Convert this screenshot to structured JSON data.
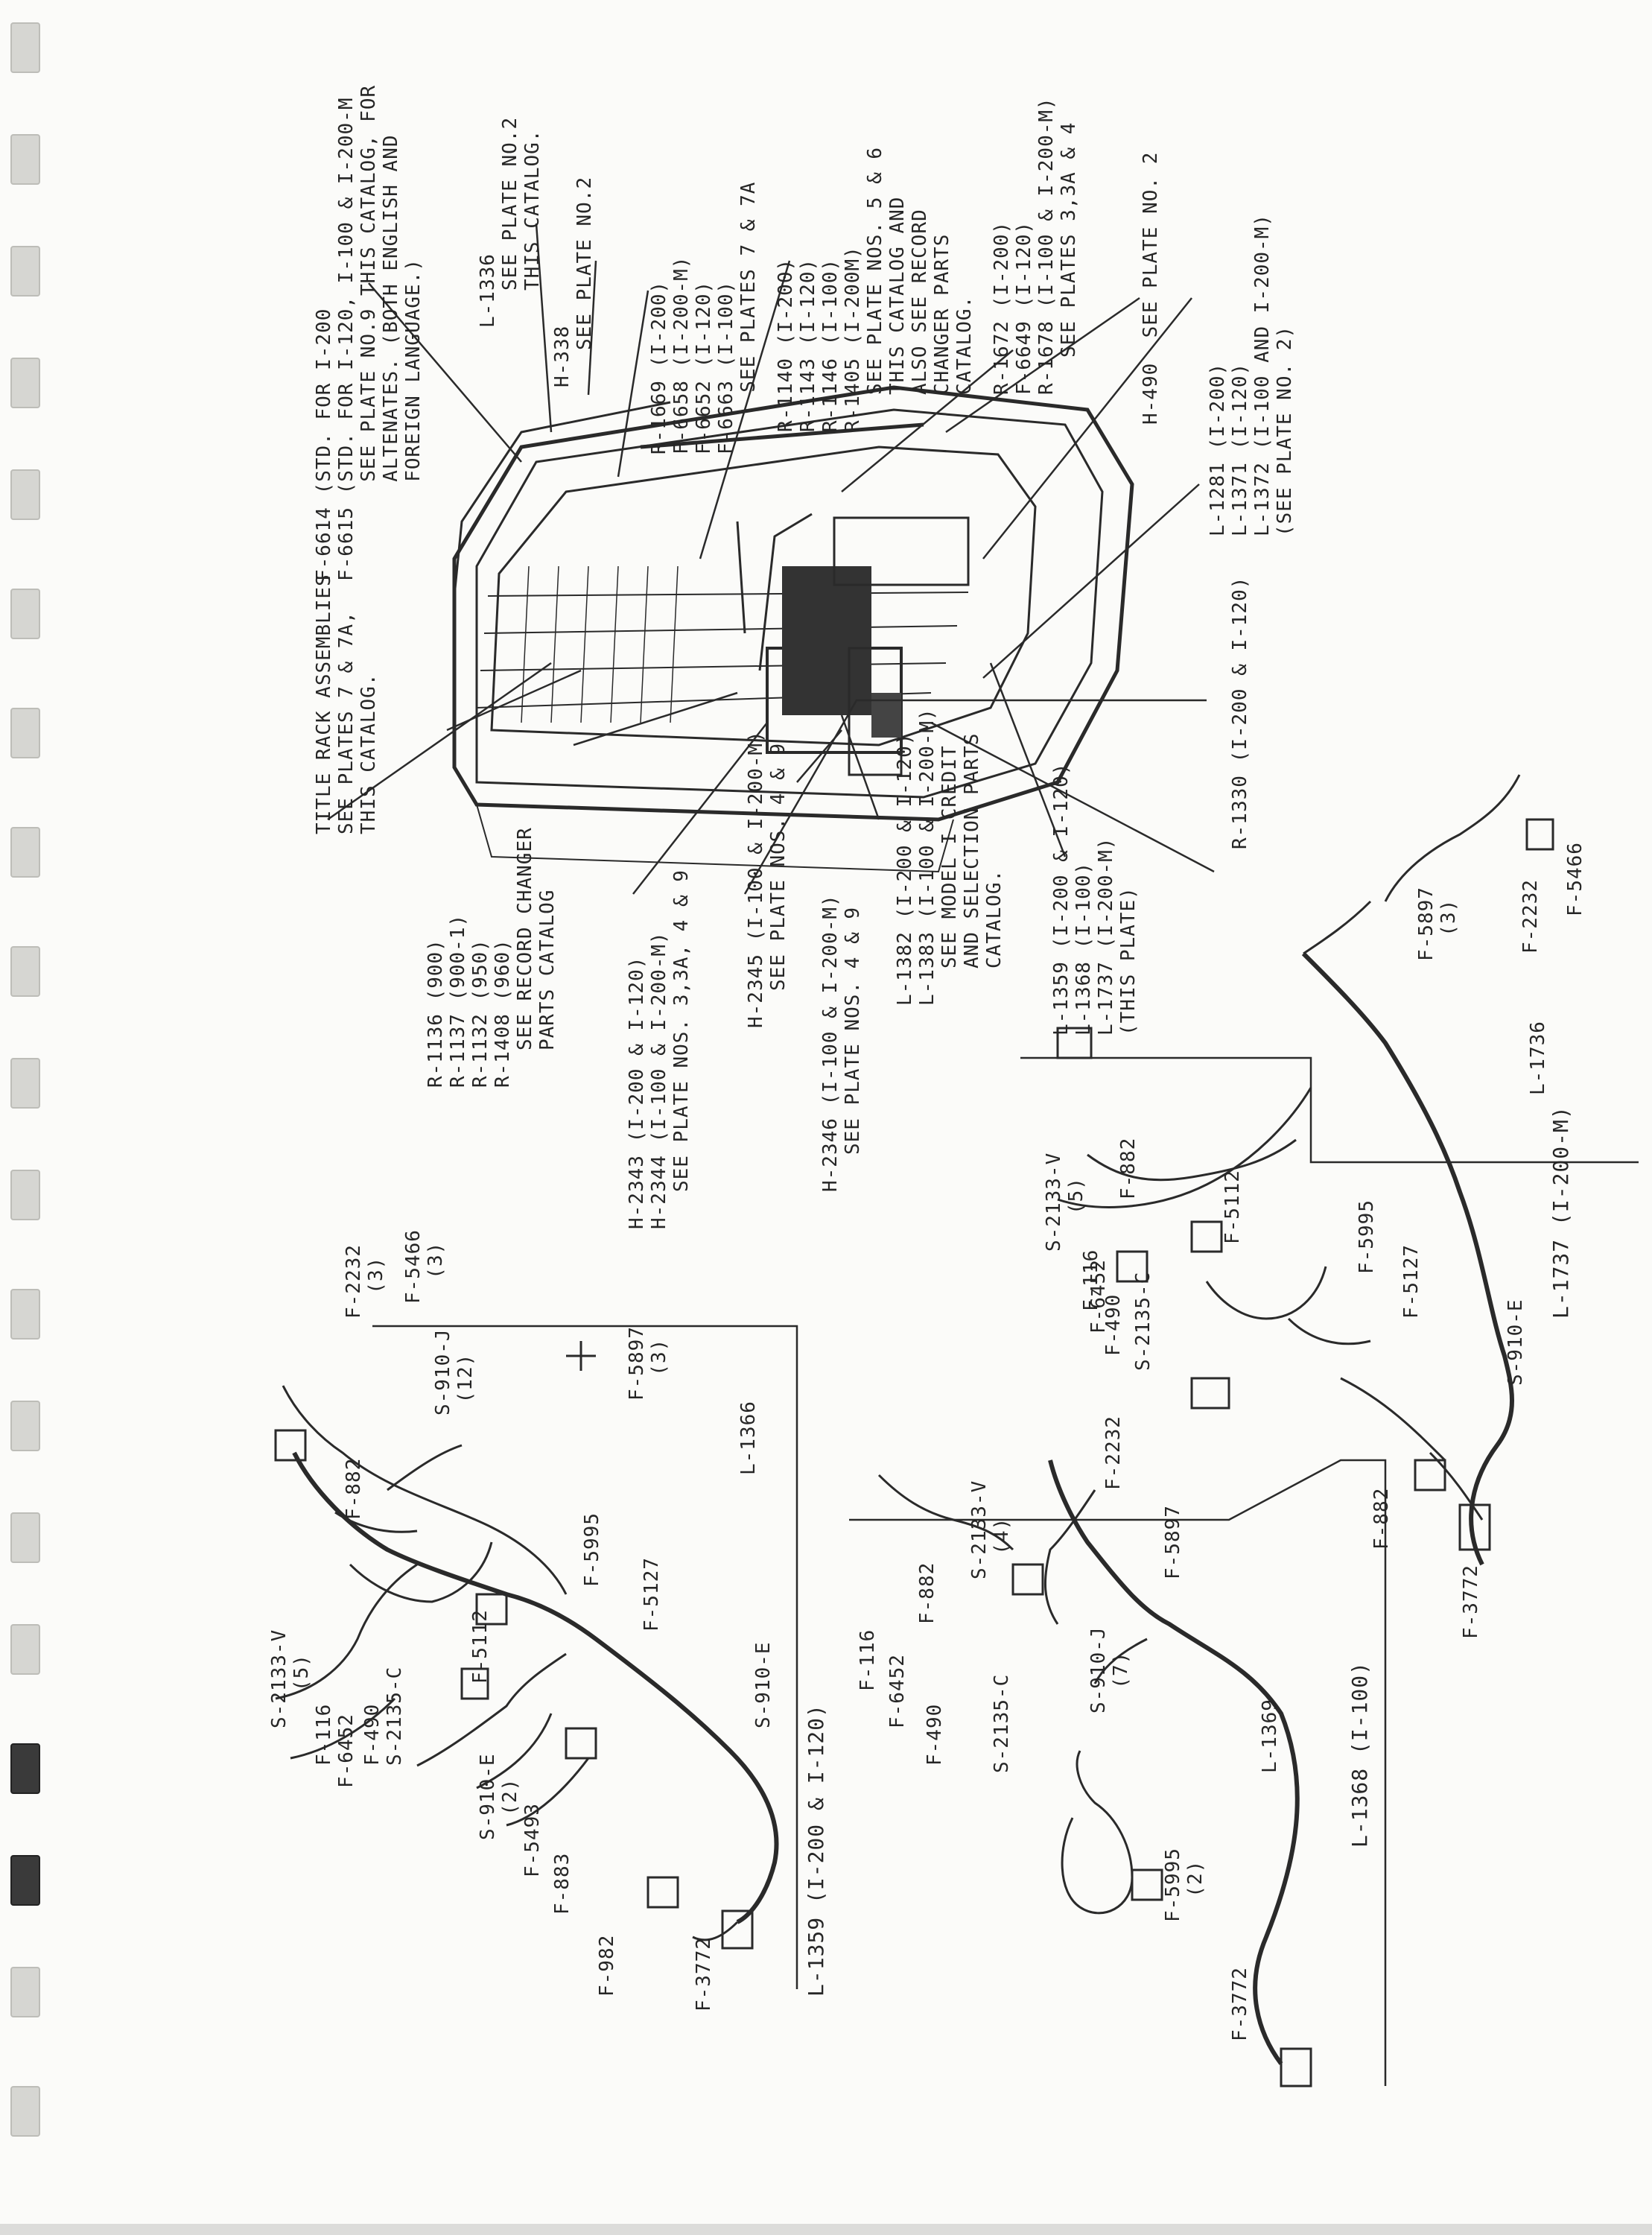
{
  "cabinet_callouts": {
    "f6614": "F-6614 (STD. FOR I-200\nF-6615 (STD. FOR I-120, I-100 & I-200-M\n        SEE PLATE NO.9 THIS CATALOG, FOR\n        ALTENATES. (BOTH ENGLISH AND\n        FOREIGN LANGUAGE.)",
    "l1336": "L-1336\n   SEE PLATE NO.2\n   THIS CATALOG.",
    "h338": "H-338\n   SEE PLATE NO.2",
    "r1669": "R-1669 (I-200)\nF-6658 (I-200-M)\nF-6652 (I-120)\nF-6663 (I-100)\n     SEE PLATES 7 & 7A",
    "r1140": "R-1140 (I-200)\nR-1143 (I-120)\nR-1146 (I-100)\nR-1405 (I-200M)\n   SEE PLATE NOS. 5 & 6\n   THIS CATALOG AND\n   ALSO SEE RECORD\n   CHANGER PARTS\n   CATALOG.",
    "r1672": "R-1672 (I-200)\nF-6649 (I-120)\nR-1678 (I-100 & I-200-M)\n   SEE PLATES 3,3A & 4",
    "h490": "H-490  SEE PLATE NO. 2",
    "l1281": "L-1281 (I-200)\nL-1371 (I-120)\nL-1372 (I-100 AND I-200-M)\n(SEE PLATE NO. 2)",
    "r1330": "R-1330 (I-200 & I-120)",
    "title_rack": "TITLE RACK ASSEMBLIES\nSEE PLATES 7 & 7A,\nTHIS CATALOG.",
    "r1136": "R-1136 (900)\nR-1137 (900-1)\nR-1132 (950)\nR-1408 (960)\n   SEE RECORD CHANGER\n   PARTS CATALOG",
    "h2343": "H-2343 (I-200 & I-120)\nH-2344 (I-100 & I-200-M)\n   SEE PLATE NOS. 3,3A, 4 & 9",
    "h2345": "H-2345 (I-100 & I-200-M)\n   SEE PLATE NOS. 4 & 9",
    "h2346": "H-2346 (I-100 & I-200-M)\n   SEE PLATE NOS. 4 & 9",
    "l1382": "L-1382 (I-200 & I-120)\nL-1383 (I-100 & I-200-M)\n   SEE MODEL I CREDIT\n   AND SELECTION PARTS\n   CATALOG.",
    "l1359": "L-1359 (I-200 & I-120)\nL-1368 (I-100)\nL-1737 (I-200-M)\n(THIS PLATE)"
  },
  "harness_a": {
    "title": "L-1359 (I-200 & I-120)",
    "f2232": "F-2232\n  (3)",
    "f5466": "F-5466\n  (3)",
    "s910j": "S-910-J\n (12)",
    "f5897": "F-5897\n  (3)",
    "l1366": "L-1366",
    "f882": "F-882",
    "s2133v": "S-2133-V\n   (5)",
    "f116": "F-116",
    "f6452": "F-6452",
    "f490": "F-490",
    "s2135c": "S-2135-C",
    "f5112": "F-5112",
    "f5995": "F-5995",
    "f5127": "F-5127",
    "s910e_main": "S-910-E",
    "s910e_2": "S-910-E\n  (2)",
    "f5493": "F-5493",
    "f883": "F-883",
    "f982": "F-982",
    "f3772": "F-3772"
  },
  "harness_b": {
    "title": "L-1368 (I-100)",
    "f2232": "F-2232",
    "f5897": "F-5897",
    "f882": "F-882",
    "s2133v": "S-2133-V\n  (4)",
    "f116": "F-116",
    "f6452": "F-6452",
    "f490": "F-490",
    "s2135c": "S-2135-C",
    "s910j": "S-910-J\n  (7)",
    "l1369": "L-1369",
    "f5995": "F-5995\n  (2)",
    "f3772": "F-3772"
  },
  "harness_c": {
    "title": "L-1737 (I-200-M)",
    "f5466": "F-5466",
    "f2232": "F-2232",
    "f5897": "F-5897\n  (3)",
    "l1736": "L-1736",
    "f882a": "F-882",
    "s2133v": "S-2133-V\n   (5)",
    "f116": "F-116",
    "f6452": "F-6452",
    "f490": "F-490",
    "s2135c": "S-2135-C",
    "f5112": "F-5112",
    "f5995": "F-5995",
    "f5127": "F-5127",
    "s910e": "S-910-E",
    "f882b": "F-882",
    "f3772": "F-3772"
  }
}
